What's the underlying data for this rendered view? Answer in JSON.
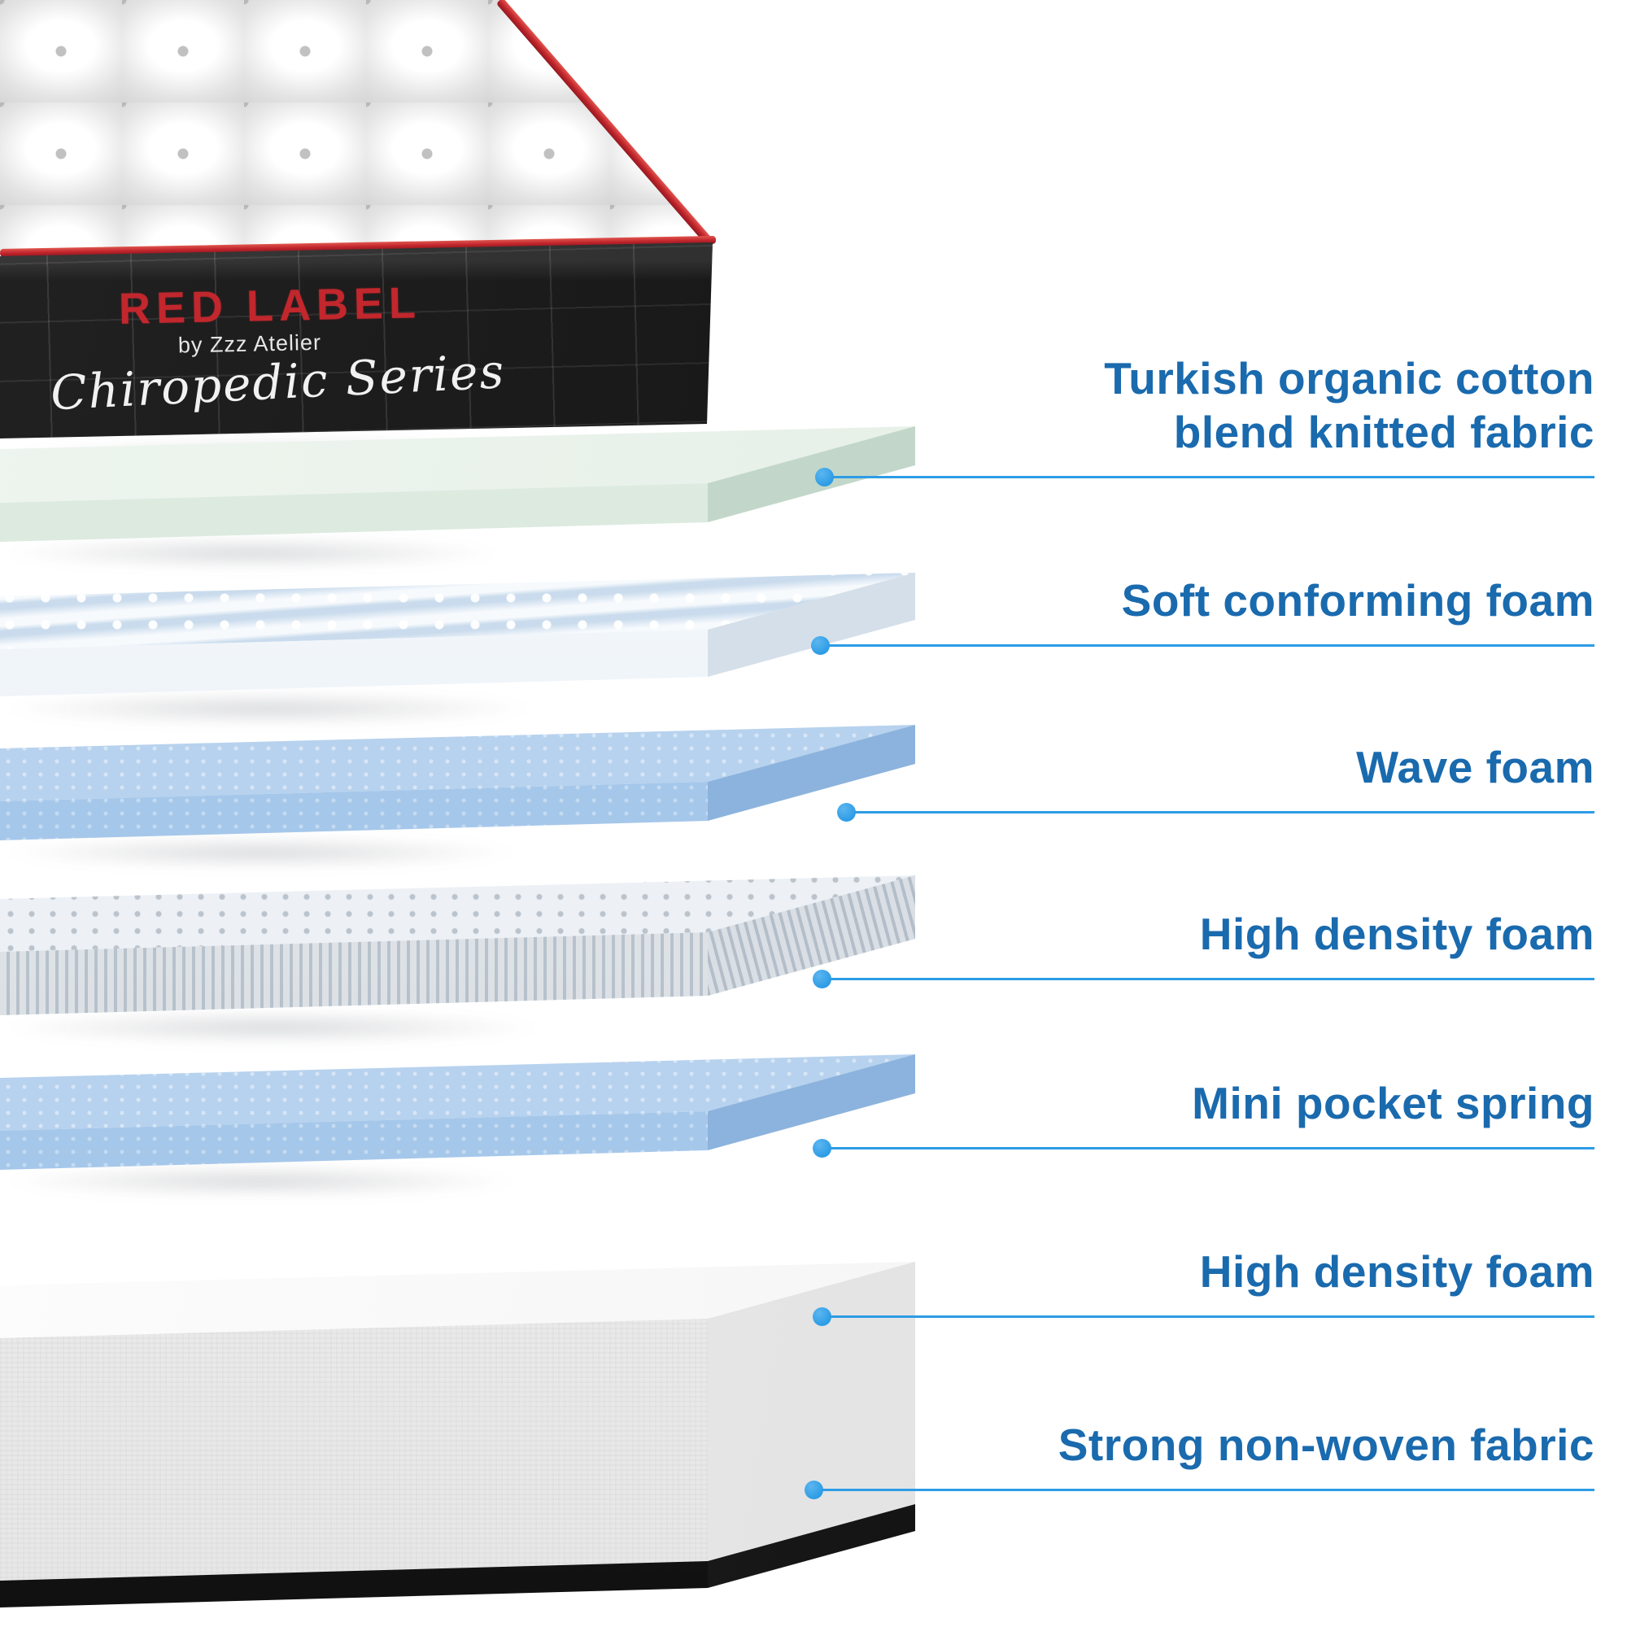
{
  "diagram": {
    "background_color": "#ffffff",
    "label_text_color": "#1a6aae",
    "leader_line_color": "#2d9ce5",
    "dot_color": "#2d9ce5"
  },
  "mattress": {
    "brand": "RED LABEL",
    "sub_brand": "by Zzz Atelier",
    "series": "Chiropedic Series",
    "brand_color": "#c1272d",
    "piping_color": "#c0232b",
    "panel_color": "#151515"
  },
  "layers": [
    {
      "name": "quilted-mattress-top",
      "color": "#ececec"
    },
    {
      "name": "soft-conforming-foam",
      "color": "#dce9df"
    },
    {
      "name": "wave-foam",
      "color": "#eef3f9"
    },
    {
      "name": "high-density-foam",
      "color": "#a5c7ea"
    },
    {
      "name": "mini-pocket-spring",
      "color": "#eef1f4"
    },
    {
      "name": "high-density-foam",
      "color": "#a5c7ea"
    },
    {
      "name": "strong-non-woven-fabric",
      "color": "#f3f3f3"
    }
  ],
  "callouts": {
    "items": [
      {
        "line1": "Turkish organic cotton",
        "line2": "blend knitted fabric"
      },
      {
        "line1": "Soft conforming foam",
        "line2": ""
      },
      {
        "line1": "Wave foam",
        "line2": ""
      },
      {
        "line1": "High density foam",
        "line2": ""
      },
      {
        "line1": "Mini pocket spring",
        "line2": ""
      },
      {
        "line1": "High density foam",
        "line2": ""
      },
      {
        "line1": "Strong non-woven fabric",
        "line2": ""
      }
    ]
  }
}
